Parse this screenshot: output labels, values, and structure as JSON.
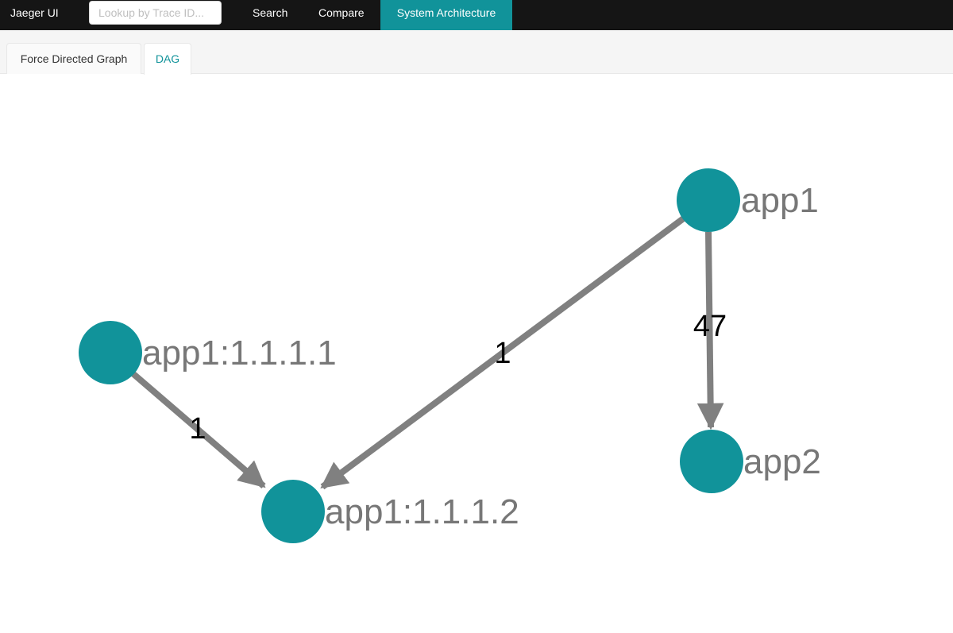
{
  "app": {
    "brand": "Jaeger UI"
  },
  "search": {
    "placeholder": "Lookup by Trace ID..."
  },
  "nav": {
    "search": "Search",
    "compare": "Compare",
    "system_architecture": "System Architecture"
  },
  "tabs": [
    {
      "label": "Force Directed Graph",
      "active": false
    },
    {
      "label": "DAG",
      "active": true
    }
  ],
  "colors": {
    "node": "#11939a",
    "edge": "#808080",
    "active_tab_text": "#11939a",
    "topbar": "#151515"
  },
  "graph": {
    "nodes": [
      {
        "id": "app1",
        "label": "app1"
      },
      {
        "id": "app1-1111",
        "label": "app1:1.1.1.1"
      },
      {
        "id": "app1-1112",
        "label": "app1:1.1.1.2"
      },
      {
        "id": "app2",
        "label": "app2"
      }
    ],
    "edges": [
      {
        "from": "app1",
        "to": "app2",
        "label": "47"
      },
      {
        "from": "app1",
        "to": "app1-1112",
        "label": "1"
      },
      {
        "from": "app1-1111",
        "to": "app1-1112",
        "label": "1"
      }
    ]
  }
}
